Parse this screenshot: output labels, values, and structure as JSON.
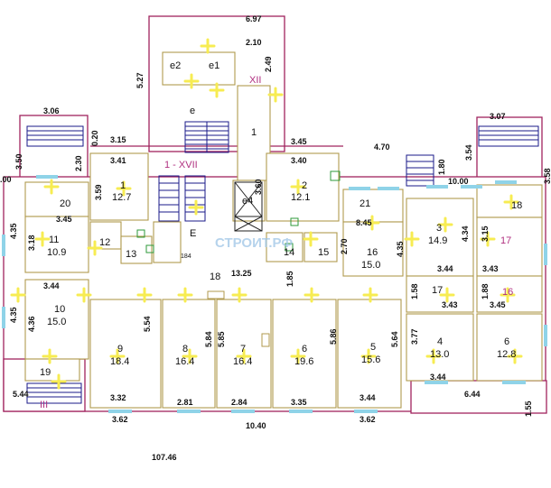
{
  "watermark": "СТРОИТ.РФ",
  "dimensions": [
    {
      "id": "d697",
      "text": "6.97"
    },
    {
      "id": "d210",
      "text": "2.10"
    },
    {
      "id": "d249",
      "text": "2.49"
    },
    {
      "id": "d527",
      "text": "5.27"
    },
    {
      "id": "d306",
      "text": "3.06"
    },
    {
      "id": "d020",
      "text": "0.20"
    },
    {
      "id": "d315",
      "text": "3.15"
    },
    {
      "id": "d341",
      "text": "3.41"
    },
    {
      "id": "d345t",
      "text": "3.45"
    },
    {
      "id": "d340",
      "text": "3.40"
    },
    {
      "id": "d470",
      "text": "4.70"
    },
    {
      "id": "d180",
      "text": "1.80"
    },
    {
      "id": "d354",
      "text": "3.54"
    },
    {
      "id": "d307",
      "text": "3.07"
    },
    {
      "id": "d1000r",
      "text": "10.00"
    },
    {
      "id": "d358",
      "text": "3.58"
    },
    {
      "id": "d350",
      "text": "3.50"
    },
    {
      "id": "d230",
      "text": "2.30"
    },
    {
      "id": "d000l",
      "text": ".00"
    },
    {
      "id": "d359",
      "text": "3.59"
    },
    {
      "id": "d360",
      "text": "3.60"
    },
    {
      "id": "d345m",
      "text": "3.45"
    },
    {
      "id": "d435a",
      "text": "4.35"
    },
    {
      "id": "d318",
      "text": "3.18"
    },
    {
      "id": "d1325",
      "text": "13.25"
    },
    {
      "id": "d270",
      "text": "2.70"
    },
    {
      "id": "d845",
      "text": "8.45"
    },
    {
      "id": "d434",
      "text": "4.34"
    },
    {
      "id": "d315b",
      "text": "3.15"
    },
    {
      "id": "d435b",
      "text": "4.35"
    },
    {
      "id": "d344a",
      "text": "3.44"
    },
    {
      "id": "d185",
      "text": "1.85"
    },
    {
      "id": "d344b",
      "text": "3.44"
    },
    {
      "id": "d343a",
      "text": "3.43"
    },
    {
      "id": "d158",
      "text": "1.58"
    },
    {
      "id": "d343b",
      "text": "3.43"
    },
    {
      "id": "d188",
      "text": "1.88"
    },
    {
      "id": "d345r",
      "text": "3.45"
    },
    {
      "id": "d435c",
      "text": "4.35"
    },
    {
      "id": "d436",
      "text": "4.36"
    },
    {
      "id": "d554",
      "text": "5.54"
    },
    {
      "id": "d584",
      "text": "5.84"
    },
    {
      "id": "d585",
      "text": "5.85"
    },
    {
      "id": "d586",
      "text": "5.86"
    },
    {
      "id": "d564",
      "text": "5.64"
    },
    {
      "id": "d377",
      "text": "3.77"
    },
    {
      "id": "d544",
      "text": "5.44"
    },
    {
      "id": "d332",
      "text": "3.32"
    },
    {
      "id": "d281",
      "text": "2.81"
    },
    {
      "id": "d284",
      "text": "2.84"
    },
    {
      "id": "d335",
      "text": "3.35"
    },
    {
      "id": "d344c",
      "text": "3.44"
    },
    {
      "id": "d344d",
      "text": "3.44"
    },
    {
      "id": "d644",
      "text": "6.44"
    },
    {
      "id": "d155",
      "text": "1.55"
    },
    {
      "id": "d362a",
      "text": "3.62"
    },
    {
      "id": "d1040",
      "text": "10.40"
    },
    {
      "id": "d362b",
      "text": "3.62"
    },
    {
      "id": "d10746",
      "text": "107.46"
    }
  ],
  "rooms": [
    {
      "id": "e2",
      "num": "e2"
    },
    {
      "id": "e1",
      "num": "e1"
    },
    {
      "id": "e",
      "num": "e"
    },
    {
      "id": "xii",
      "num": "XII"
    },
    {
      "id": "r1top",
      "num": "1"
    },
    {
      "id": "r1xvii",
      "num": "1 - XVII"
    },
    {
      "id": "r1",
      "num": "1",
      "area": "12.7"
    },
    {
      "id": "r2",
      "num": "2",
      "area": "12.1"
    },
    {
      "id": "e4",
      "num": "e4"
    },
    {
      "id": "r20",
      "num": "20"
    },
    {
      "id": "r21",
      "num": "21"
    },
    {
      "id": "r18top",
      "num": "18"
    },
    {
      "id": "r11",
      "num": "11",
      "area": "10.9"
    },
    {
      "id": "r12",
      "num": "12"
    },
    {
      "id": "r13",
      "num": "13"
    },
    {
      "id": "rE",
      "num": "E"
    },
    {
      "id": "r184",
      "num": "184"
    },
    {
      "id": "r14",
      "num": "14"
    },
    {
      "id": "r15",
      "num": "15"
    },
    {
      "id": "r16a",
      "num": "16",
      "area": "15.0"
    },
    {
      "id": "r3",
      "num": "3",
      "area": "14.9"
    },
    {
      "id": "r17mag",
      "num": "17"
    },
    {
      "id": "r18",
      "num": "18"
    },
    {
      "id": "r17",
      "num": "17"
    },
    {
      "id": "r16mag",
      "num": "16"
    },
    {
      "id": "r10",
      "num": "10",
      "area": "15.0"
    },
    {
      "id": "r9",
      "num": "9",
      "area": "18.4"
    },
    {
      "id": "r8",
      "num": "8",
      "area": "16.4"
    },
    {
      "id": "r7",
      "num": "7",
      "area": "16.4"
    },
    {
      "id": "r6",
      "num": "6",
      "area": "19.6"
    },
    {
      "id": "r5",
      "num": "5",
      "area": "15.6"
    },
    {
      "id": "r4",
      "num": "4",
      "area": "13.0"
    },
    {
      "id": "r6b",
      "num": "6",
      "area": "12.8"
    },
    {
      "id": "r19",
      "num": "19"
    },
    {
      "id": "riii",
      "num": "III"
    }
  ],
  "colors": {
    "wall": "#a0245e",
    "partition": "#b09a4e",
    "window": "#8fd3e8",
    "fixture": "#f7ec52",
    "dimension_text": "#111111",
    "label_accent": "#b03080",
    "watermark": "#9ec5e6"
  }
}
